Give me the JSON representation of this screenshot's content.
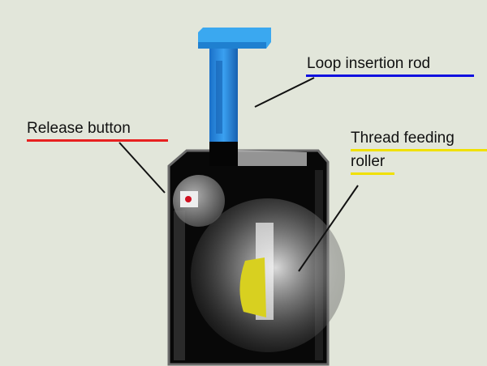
{
  "labels": {
    "loop_rod": "Loop insertion rod",
    "release_button": "Release button",
    "thread_roller_line1": "Thread feeding",
    "thread_roller_line2": "roller"
  },
  "colors": {
    "background": "#e2e6da",
    "rod": "#2a8be0",
    "loop_underline": "#1010e0",
    "release_underline": "#e82020",
    "thread_underline": "#f0e000",
    "roller": "#d8d020"
  }
}
